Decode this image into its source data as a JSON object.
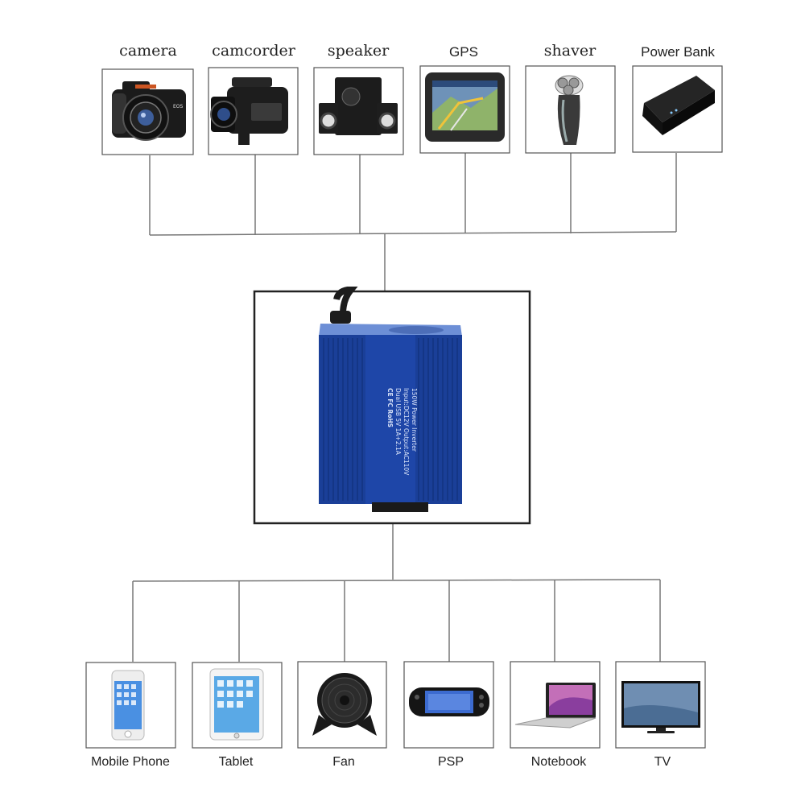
{
  "top_devices": [
    {
      "label": "camera",
      "icon": "camera-icon"
    },
    {
      "label": "camcorder",
      "icon": "camcorder-icon"
    },
    {
      "label": "speaker",
      "icon": "speaker-icon"
    },
    {
      "label": "GPS",
      "icon": "gps-icon"
    },
    {
      "label": "shaver",
      "icon": "shaver-icon"
    },
    {
      "label": "Power Bank",
      "icon": "power-bank-icon"
    }
  ],
  "center_device": {
    "icon": "power-inverter-icon",
    "text_lines": [
      "150W Power Inverter",
      "Input:DC12V  Output:AC110V",
      "Dual USB 5V  1A+2.1A",
      "CE FC RoHS"
    ]
  },
  "bottom_devices": [
    {
      "label": "Mobile Phone",
      "icon": "mobile-phone-icon"
    },
    {
      "label": "Tablet",
      "icon": "tablet-icon"
    },
    {
      "label": "Fan",
      "icon": "fan-icon"
    },
    {
      "label": "PSP",
      "icon": "psp-icon"
    },
    {
      "label": "Notebook",
      "icon": "notebook-icon"
    },
    {
      "label": "TV",
      "icon": "tv-icon"
    }
  ],
  "colors": {
    "inverter_blue": "#1e46a8",
    "line": "#777777",
    "frame": "#222222"
  }
}
